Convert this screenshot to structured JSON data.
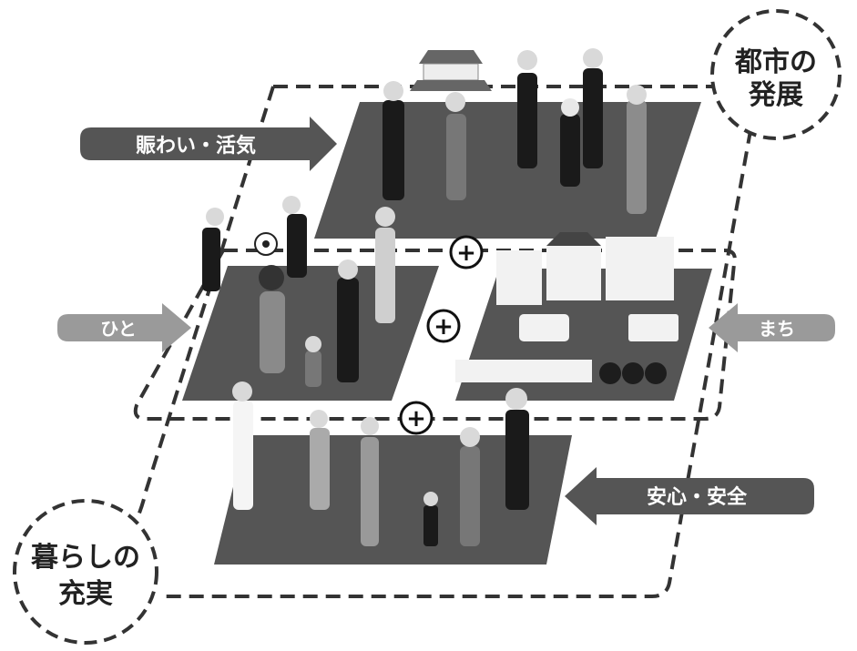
{
  "labels": {
    "toshi": [
      "都市の",
      "発展"
    ],
    "kurashi": [
      "暮らしの",
      "充実"
    ]
  },
  "arrows": {
    "nigiwai": "賑わい・活気",
    "hito": "ひと",
    "machi": "まち",
    "anshin": "安心・安全"
  },
  "plus_symbol": "+",
  "colors": {
    "panel": "#4f4f4f",
    "arrow_dark": "#555555",
    "arrow_light": "#9a9a9a",
    "dash": "#333333",
    "label_text": "#ffffff"
  }
}
